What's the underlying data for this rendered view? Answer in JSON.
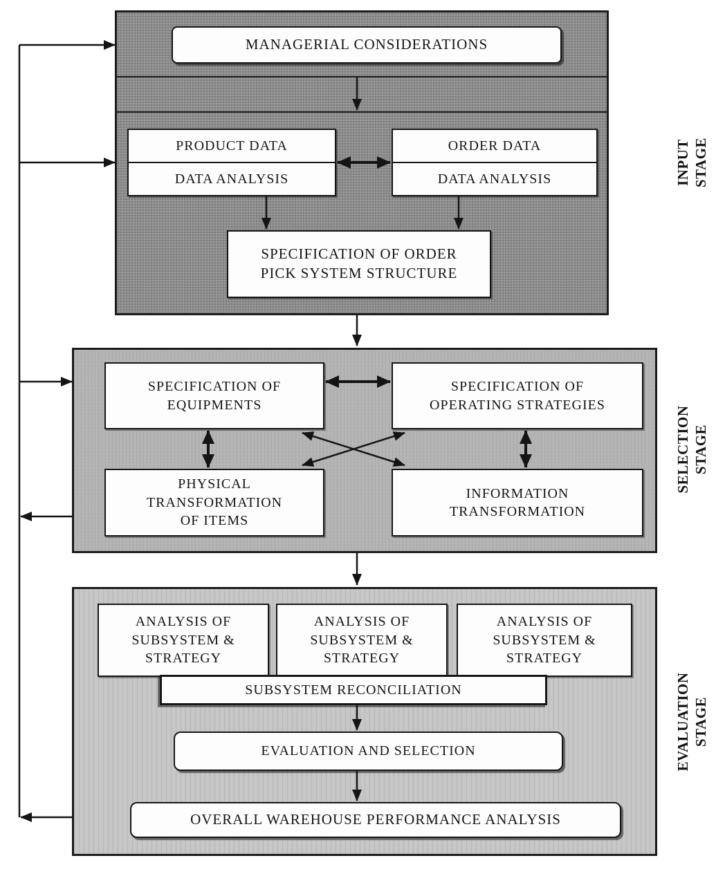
{
  "colors": {
    "input_stage_bg": "#8e8e8e",
    "selection_stage_bg": "#b4b4b4",
    "evaluation_stage_bg": "#c6c6c6",
    "box_bg": "#fdfdfd",
    "line": "#141414"
  },
  "stages": {
    "input": {
      "side_label": "INPUT\nSTAGE",
      "managerial_label": "MANAGERIAL CONSIDERATIONS",
      "product_box": {
        "title": "PRODUCT DATA",
        "subtitle": "DATA ANALYSIS"
      },
      "order_box": {
        "title": "ORDER DATA",
        "subtitle": "DATA ANALYSIS"
      },
      "spec_label": "SPECIFICATION OF ORDER\nPICK SYSTEM STRUCTURE"
    },
    "selection": {
      "side_label": "SELECTION\nSTAGE",
      "equipments_label": "SPECIFICATION OF\nEQUIPMENTS",
      "strategies_label": "SPECIFICATION OF\nOPERATING STRATEGIES",
      "physical_label": "PHYSICAL\nTRANSFORMATION\nOF ITEMS",
      "information_label": "INFORMATION\nTRANSFORMATION"
    },
    "evaluation": {
      "side_label": "EVALUATION\nSTAGE",
      "analysis_boxes": [
        "ANALYSIS OF\nSUBSYSTEM &\nSTRATEGY",
        "ANALYSIS OF\nSUBSYSTEM &\nSTRATEGY",
        "ANALYSIS OF\nSUBSYSTEM &\nSTRATEGY"
      ],
      "reconciliation_label": "SUBSYSTEM RECONCILIATION",
      "evaluation_selection_label": "EVALUATION AND SELECTION",
      "overall_label": "OVERALL WAREHOUSE PERFORMANCE ANALYSIS"
    }
  }
}
